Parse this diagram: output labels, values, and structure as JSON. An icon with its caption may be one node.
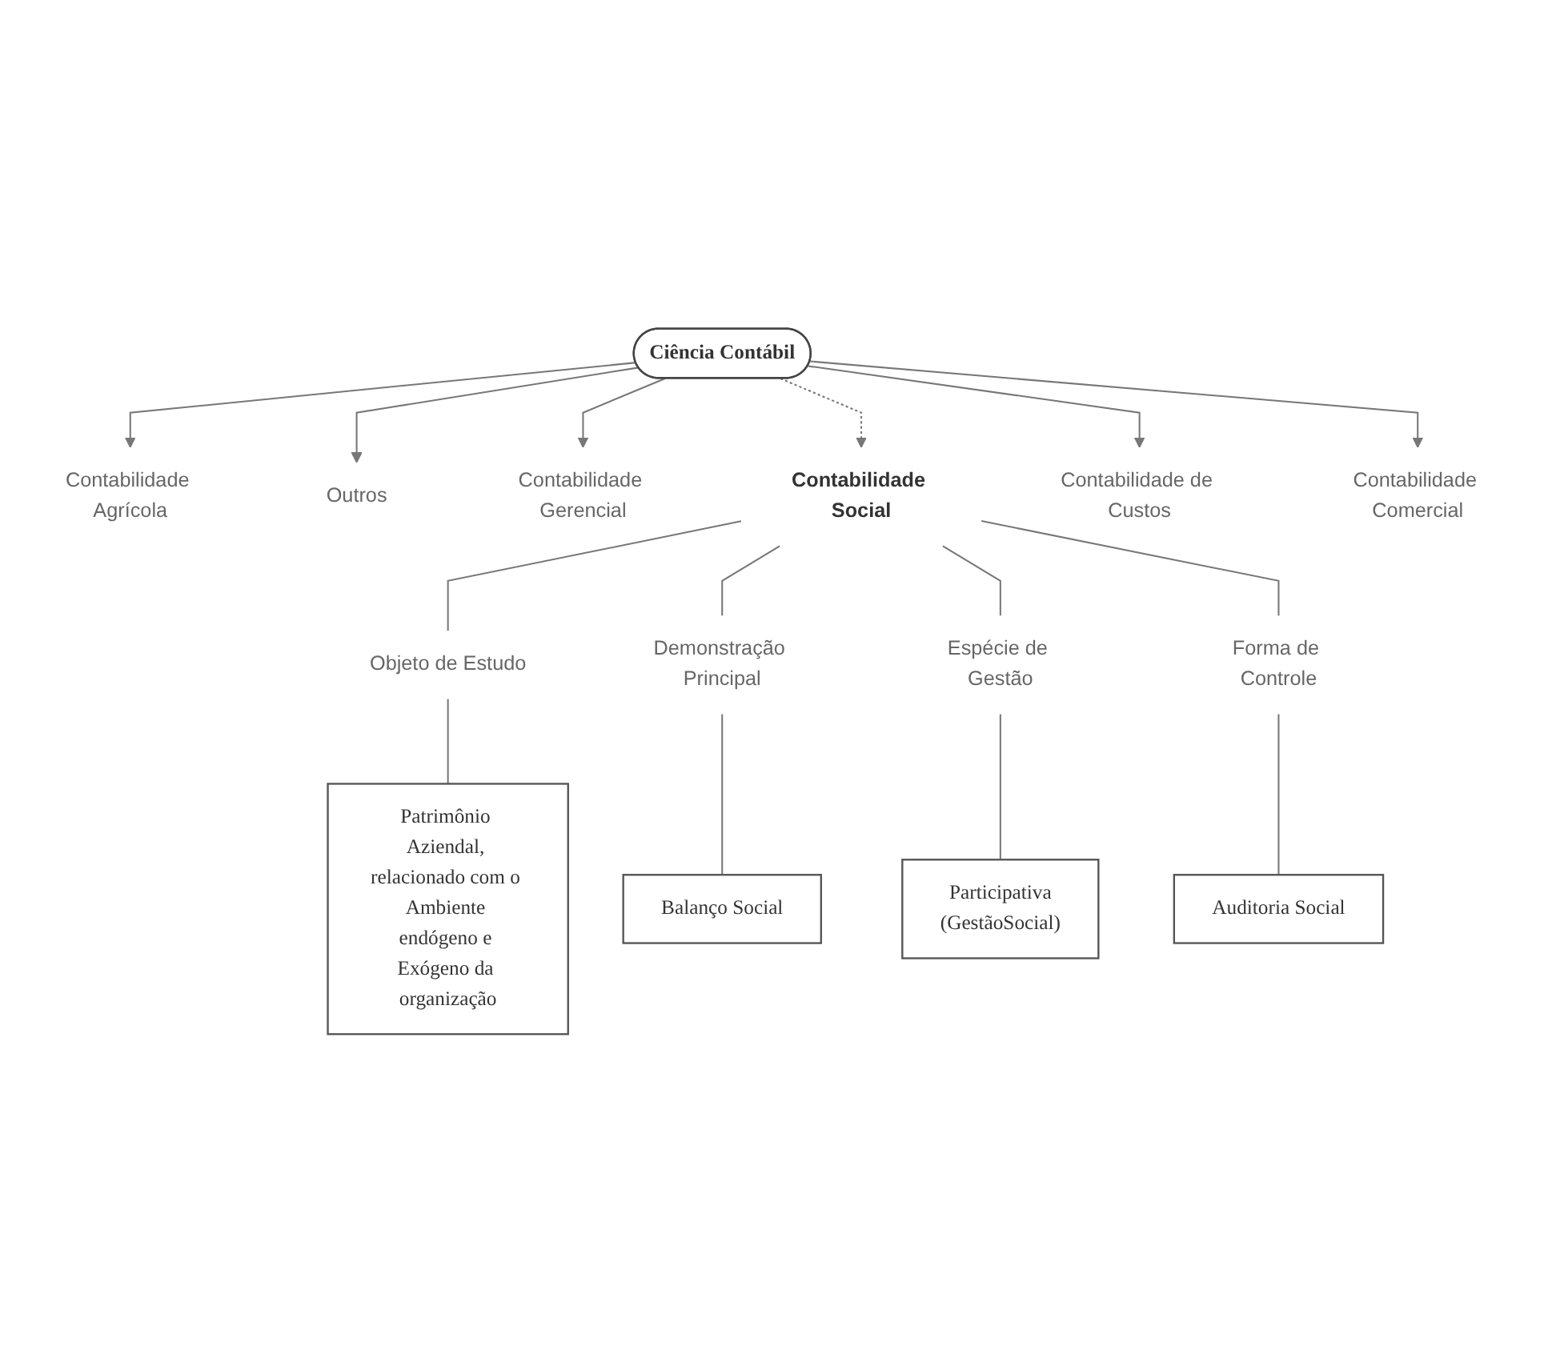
{
  "diagram": {
    "nodes": [
      {
        "text": [
          "Ciência Contábil"
        ]
      },
      {
        "text": [
          "Contabilidade Agrícola"
        ]
      },
      {
        "text": [
          "Outros"
        ]
      },
      {
        "text": [
          "Contabilidade Gerencial"
        ]
      },
      {
        "text": [
          "Contabilidade Social"
        ]
      },
      {
        "text": [
          "Contabilidade de Custos"
        ]
      },
      {
        "text": [
          "Contabilidade Comercial"
        ]
      },
      {
        "text": [
          "Objeto de Estudo"
        ]
      },
      {
        "text": [
          "Demonstração Principal"
        ]
      },
      {
        "text": [
          "Espécie de Gestão"
        ]
      },
      {
        "text": [
          "Forma de Controle"
        ]
      },
      {
        "text": [
          "Patrimônio Aziendal, relacionado com o Ambiente endógeno e Exógeno da organização"
        ]
      },
      {
        "text": [
          "Balanço Social"
        ]
      },
      {
        "text": [
          "Participativa",
          "(GestãoSocial)"
        ]
      },
      {
        "text": [
          "Auditoria Social"
        ]
      }
    ],
    "edges": [
      {
        "from": 0,
        "to": 1,
        "arrow": "to"
      },
      {
        "from": 0,
        "to": 3,
        "arrow": "to"
      },
      {
        "from": 0,
        "to": 4,
        "arrow": "to",
        "style": "dashed"
      },
      {
        "from": 0,
        "to": 5,
        "arrow": "to"
      },
      {
        "from": 0,
        "to": 6,
        "arrow": "to"
      },
      {
        "from": 0,
        "to": 2,
        "arrow": "to"
      },
      {
        "from": 4,
        "to": 7,
        "arrow": "none"
      },
      {
        "from": 4,
        "to": 8,
        "arrow": "none"
      },
      {
        "from": 4,
        "to": 9,
        "arrow": "none"
      },
      {
        "from": 4,
        "to": 10,
        "arrow": "none"
      },
      {
        "from": 7,
        "to": 11,
        "arrow": "none"
      },
      {
        "from": 8,
        "to": 12,
        "arrow": "none"
      },
      {
        "from": 9,
        "to": 13,
        "arrow": "none"
      },
      {
        "from": 10,
        "to": 14,
        "arrow": "none"
      }
    ]
  }
}
